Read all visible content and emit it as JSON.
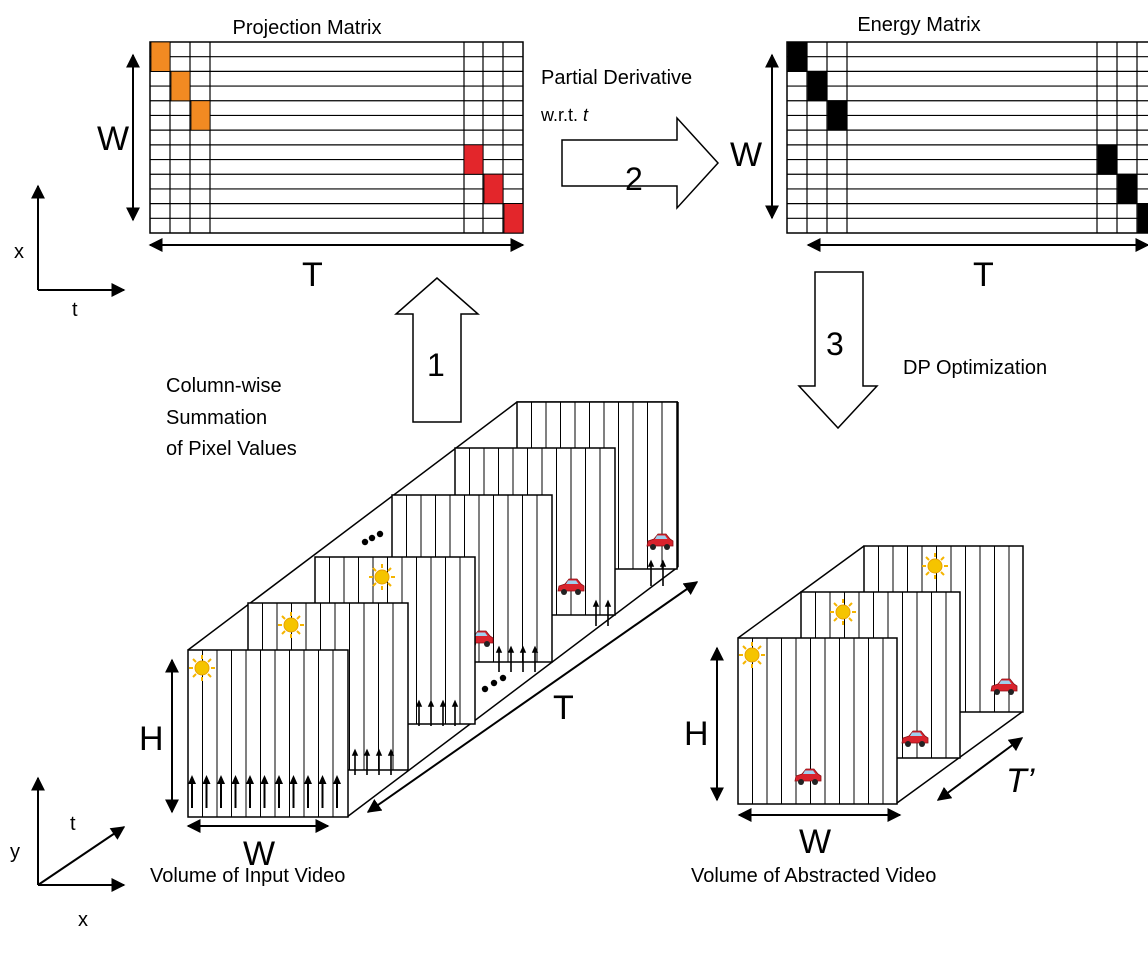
{
  "projection_matrix": {
    "title": "Projection Matrix",
    "height_label": "W",
    "width_label": "T"
  },
  "energy_matrix": {
    "title": "Energy Matrix",
    "height_label": "W",
    "width_label": "T"
  },
  "step1": {
    "number": "1",
    "label_line1": "Column-wise",
    "label_line2": "Summation",
    "label_line3": "of Pixel Values"
  },
  "step2": {
    "number": "2",
    "label_line1": "Partial Derivative",
    "label_line2_prefix": "w.r.t. ",
    "label_line2_var": "t"
  },
  "step3": {
    "number": "3",
    "label": "DP Optimization"
  },
  "top_axes": {
    "vertical": "x",
    "horizontal": "t"
  },
  "bottom_axes": {
    "vertical": "y",
    "diagonal": "t",
    "horizontal": "x"
  },
  "input_volume": {
    "caption": "Volume of Input Video",
    "height_label": "H",
    "width_label": "W",
    "depth_label": "T"
  },
  "abstracted_volume": {
    "caption": "Volume of Abstracted Video",
    "height_label": "H",
    "width_label": "W",
    "depth_label": "T’"
  },
  "colors": {
    "orange": "#f28a22",
    "red": "#e3262b",
    "black": "#000000",
    "sun": "#f5c400",
    "car": "#d9232d"
  },
  "icons": [
    "sun-icon",
    "car-icon",
    "up-arrow-icon",
    "ellipsis-dots"
  ]
}
